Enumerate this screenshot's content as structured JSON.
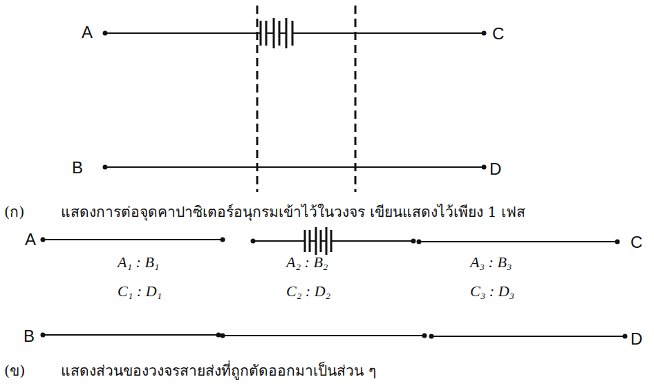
{
  "diagram": {
    "labels": [
      "A",
      "C",
      "B",
      "D",
      "(ก)",
      "แสดงการต่อจุดคาปาซิเตอร์อนุกรมเข้าไว้ในวงจร เขียนแสดงไว้เพียง 1 เฟส",
      "A",
      "C",
      "B",
      "D",
      "A₁ : B₁",
      "C₁ : D₁",
      "A₂ : B₂",
      "C₂ : D₂",
      "A₃ : B₃",
      "C₃ : D₃",
      "(ข)",
      "แสดงส่วนของวงจรสายส่งที่ถูกตัดออกมาเป็นส่วน ๆ"
    ]
  }
}
